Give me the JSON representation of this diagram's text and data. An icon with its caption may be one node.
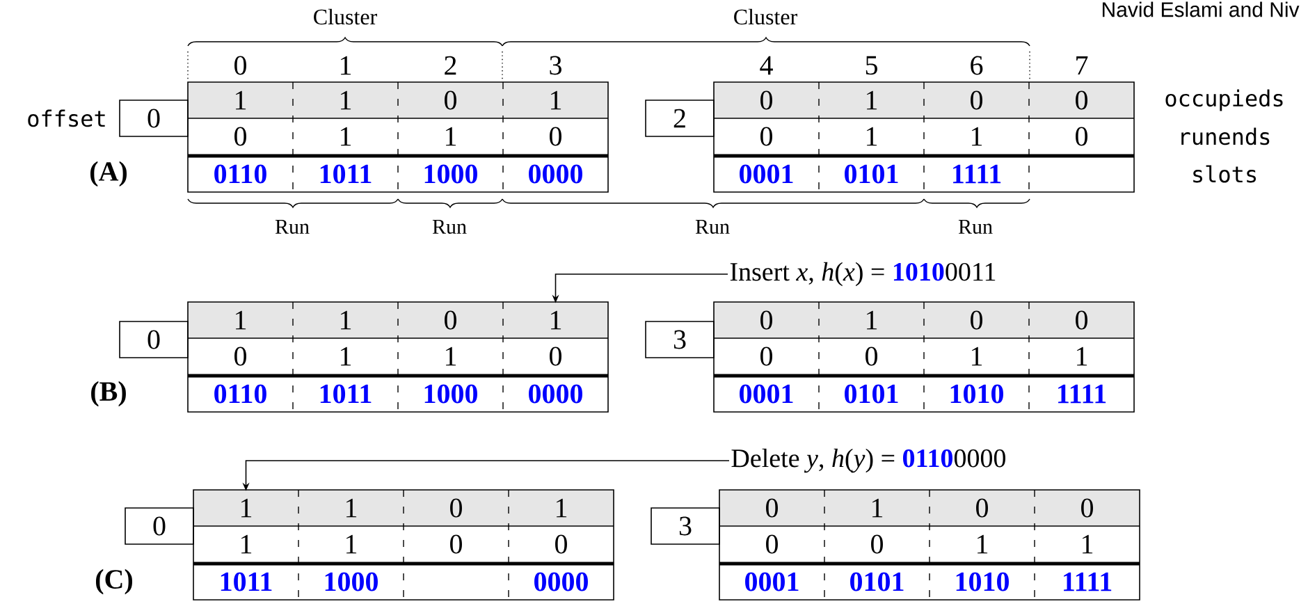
{
  "diagram": {
    "nodes": [
      {
        "text": [
          "0"
        ]
      },
      {
        "text": [
          "2"
        ]
      },
      {
        "text": [
          "Insert *x*, *h*(*x*) = **1010**0011"
        ]
      },
      {
        "text": [
          "0"
        ]
      },
      {
        "text": [
          "1"
        ]
      },
      {
        "text": [
          "3"
        ]
      },
      {
        "text": [
          "Delete *y*, *h*(*y*) = **0110**0000"
        ]
      },
      {
        "text": [
          "1"
        ]
      },
      {
        "text": [
          "0"
        ]
      },
      {
        "text": [
          "3"
        ]
      }
    ],
    "edges": [
      {
        "from": 2,
        "to": 4,
        "arrow": "to"
      },
      {
        "from": 6,
        "to": 7,
        "arrow": "to"
      }
    ],
    "labels": [
      "Navid Eslami and Niv",
      "Cluster",
      "Cluster",
      "0",
      "1",
      "2",
      "3",
      "4",
      "5",
      "6",
      "7",
      "offset",
      "1",
      "1",
      "0",
      "1",
      "0",
      "1",
      "0",
      "0",
      "occupieds",
      "0",
      "1",
      "1",
      "0",
      "0",
      "1",
      "1",
      "0",
      "runends",
      "(A)",
      "0110",
      "1011",
      "1000",
      "0000",
      "0001",
      "0101",
      "1111",
      "slots",
      "Run",
      "Run",
      "Run",
      "Run",
      "1",
      "1",
      "0",
      "0",
      "1",
      "0",
      "0",
      "0",
      "1",
      "1",
      "0",
      "0",
      "0",
      "1",
      "1",
      "(B)",
      "0110",
      "1011",
      "1000",
      "0000",
      "0001",
      "0101",
      "1010",
      "1111",
      "1",
      "0",
      "1",
      "0",
      "1",
      "0",
      "0",
      "1",
      "1",
      "0",
      "0",
      "0",
      "0",
      "1",
      "1",
      "(C)",
      "1011",
      "1000",
      "0000",
      "0001",
      "0101",
      "1010",
      "1111"
    ]
  }
}
